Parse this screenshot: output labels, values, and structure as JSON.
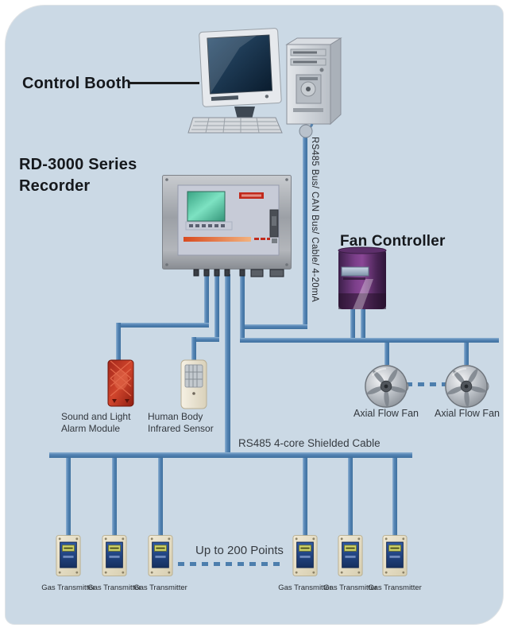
{
  "colors": {
    "panel_bg": "#cbd9e5",
    "cable_blue": "#4d7ead",
    "accent_red": "#c2281a",
    "screen_green": "#4cc8a0",
    "controller_purple": "#6d3a7a",
    "heading_text": "#15181c"
  },
  "nodes": {
    "control_booth": {
      "label": "Control Booth"
    },
    "recorder": {
      "line1": "RD-3000 Series",
      "line2": "Recorder"
    },
    "fan_controller": {
      "label": "Fan Controller"
    },
    "alarm": {
      "line1": "Sound and Light",
      "line2": "Alarm Module"
    },
    "sensor": {
      "line1": "Human Body",
      "line2": "Infrared Sensor"
    },
    "fan_left": {
      "label": "Axial Flow Fan"
    },
    "fan_right": {
      "label": "Axial Flow Fan"
    },
    "gas_transmitter_label": "Gas Transmitter"
  },
  "cables": {
    "trunk_label": "RS485 Bus/ CAN Bus/ Cable/ 4-20mA",
    "bus_label": "RS485 4-core Shielded Cable",
    "expansion_note": "Up to 200 Points"
  }
}
